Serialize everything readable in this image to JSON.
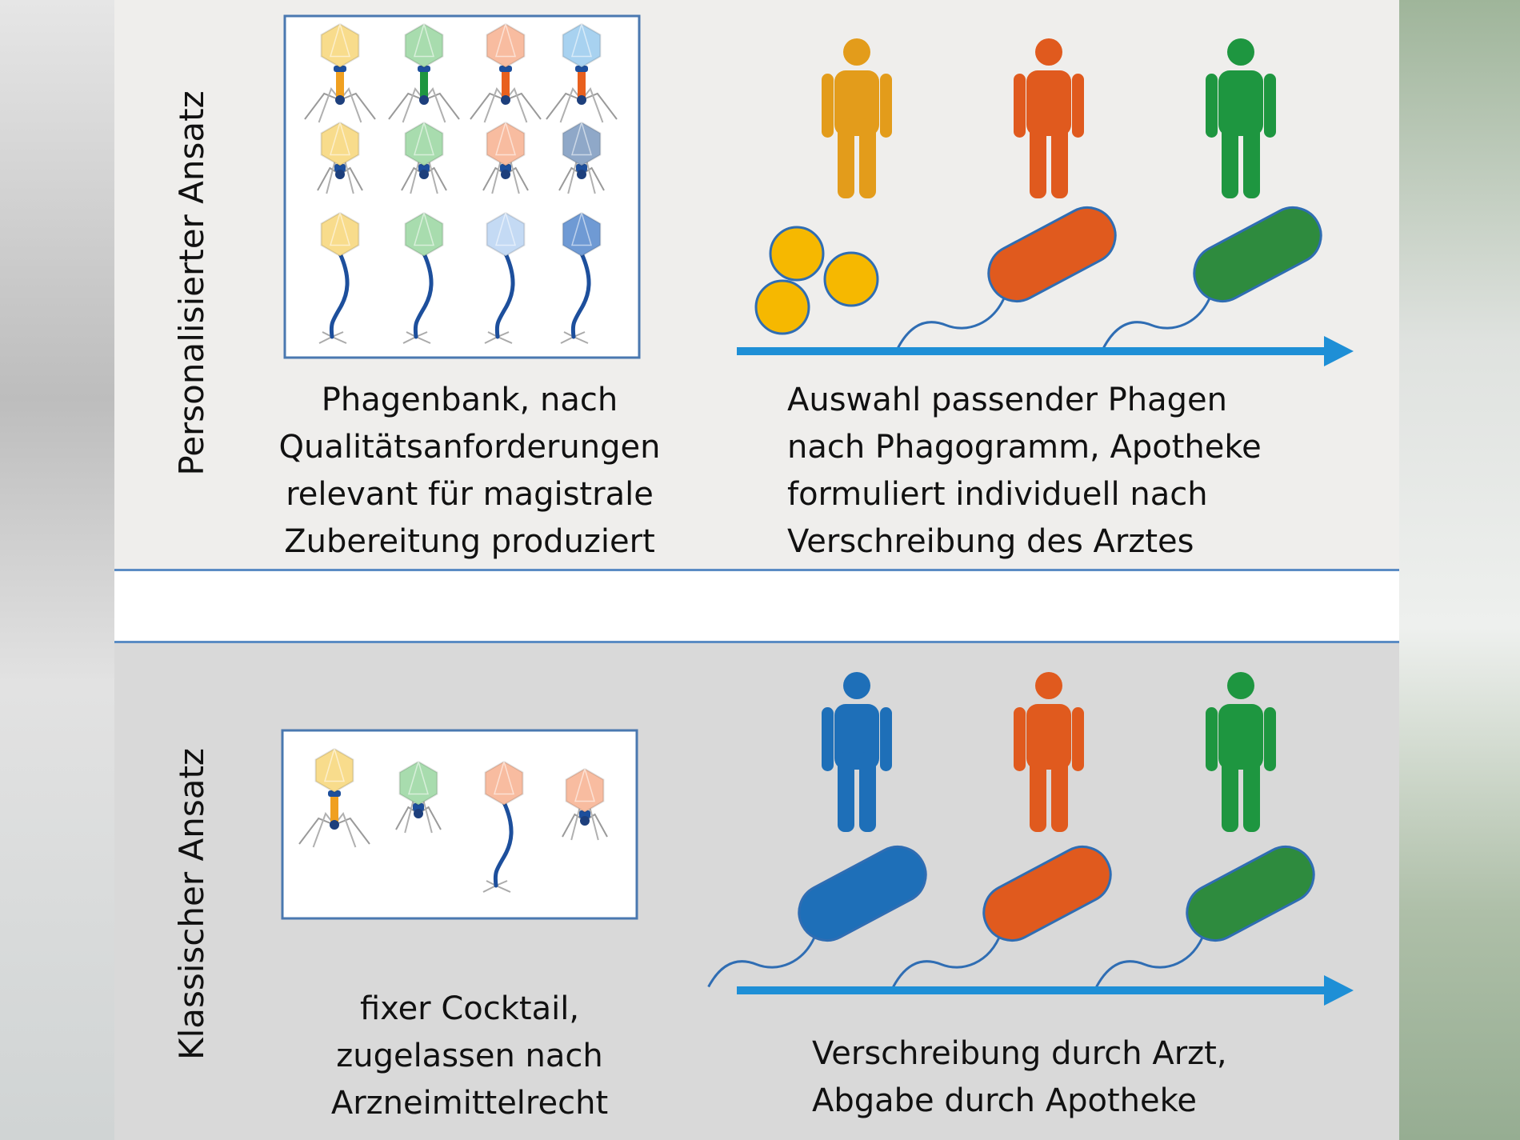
{
  "colors": {
    "top_panel_bg": "#efeeec",
    "bottom_panel_bg": "#d9d9d9",
    "separator_line": "#5b8cc4",
    "box_border": "#4a78b0",
    "arrow": "#1e8fd6",
    "outline": "#2f6db3",
    "flagellum": "#2f6db3"
  },
  "panels": {
    "personalized": {
      "label": "Personalisierter Ansatz",
      "left_caption": [
        "Phagenbank, nach",
        "Qualitätsanforderungen",
        "relevant für magistrale",
        "Zubereitung produziert"
      ],
      "right_caption": [
        "Auswahl passender Phagen",
        "nach Phagogramm, Apotheke",
        "formuliert individuell nach",
        "Verschreibung des Arztes"
      ],
      "patients": [
        "#e39c1b",
        "#e05a1e",
        "#1e9640"
      ],
      "bacteria": [
        {
          "shape": "cocci",
          "color": "#f6b800"
        },
        {
          "shape": "rod",
          "color": "#e05a1e"
        },
        {
          "shape": "rod",
          "color": "#2e8b3e"
        }
      ],
      "phages": [
        {
          "type": "contractile",
          "head": "#f8dc8c",
          "tail": "#f0a020"
        },
        {
          "type": "contractile",
          "head": "#a8dcae",
          "tail": "#1e9640"
        },
        {
          "type": "contractile",
          "head": "#f8bca0",
          "tail": "#e8601e"
        },
        {
          "type": "contractile",
          "head": "#a8d2f0",
          "tail": "#e8601e"
        },
        {
          "type": "short",
          "head": "#f8dc8c"
        },
        {
          "type": "short",
          "head": "#a8dcae"
        },
        {
          "type": "short",
          "head": "#f8bca0"
        },
        {
          "type": "short",
          "head": "#8fa8c8"
        },
        {
          "type": "long",
          "head": "#f8dc8c"
        },
        {
          "type": "long",
          "head": "#a8dcae"
        },
        {
          "type": "long",
          "head": "#c4daf4"
        },
        {
          "type": "long",
          "head": "#6f9ad4"
        }
      ]
    },
    "classic": {
      "label": "Klassischer Ansatz",
      "left_caption": [
        "fixer Cocktail,",
        "zugelassen nach",
        "Arzneimittelrecht"
      ],
      "right_caption": [
        "Verschreibung durch Arzt,",
        "Abgabe durch Apotheke"
      ],
      "patients": [
        "#1e6fb8",
        "#e05a1e",
        "#1e9640"
      ],
      "bacteria": [
        {
          "shape": "rod",
          "color": "#1e6fb8"
        },
        {
          "shape": "rod",
          "color": "#e05a1e"
        },
        {
          "shape": "rod",
          "color": "#2e8b3e"
        }
      ],
      "phages": [
        {
          "type": "contractile",
          "head": "#f8dc8c",
          "tail": "#f0a020"
        },
        {
          "type": "short",
          "head": "#a8dcae"
        },
        {
          "type": "long",
          "head": "#f8bca0"
        },
        {
          "type": "short",
          "head": "#f8bca0"
        }
      ]
    }
  }
}
